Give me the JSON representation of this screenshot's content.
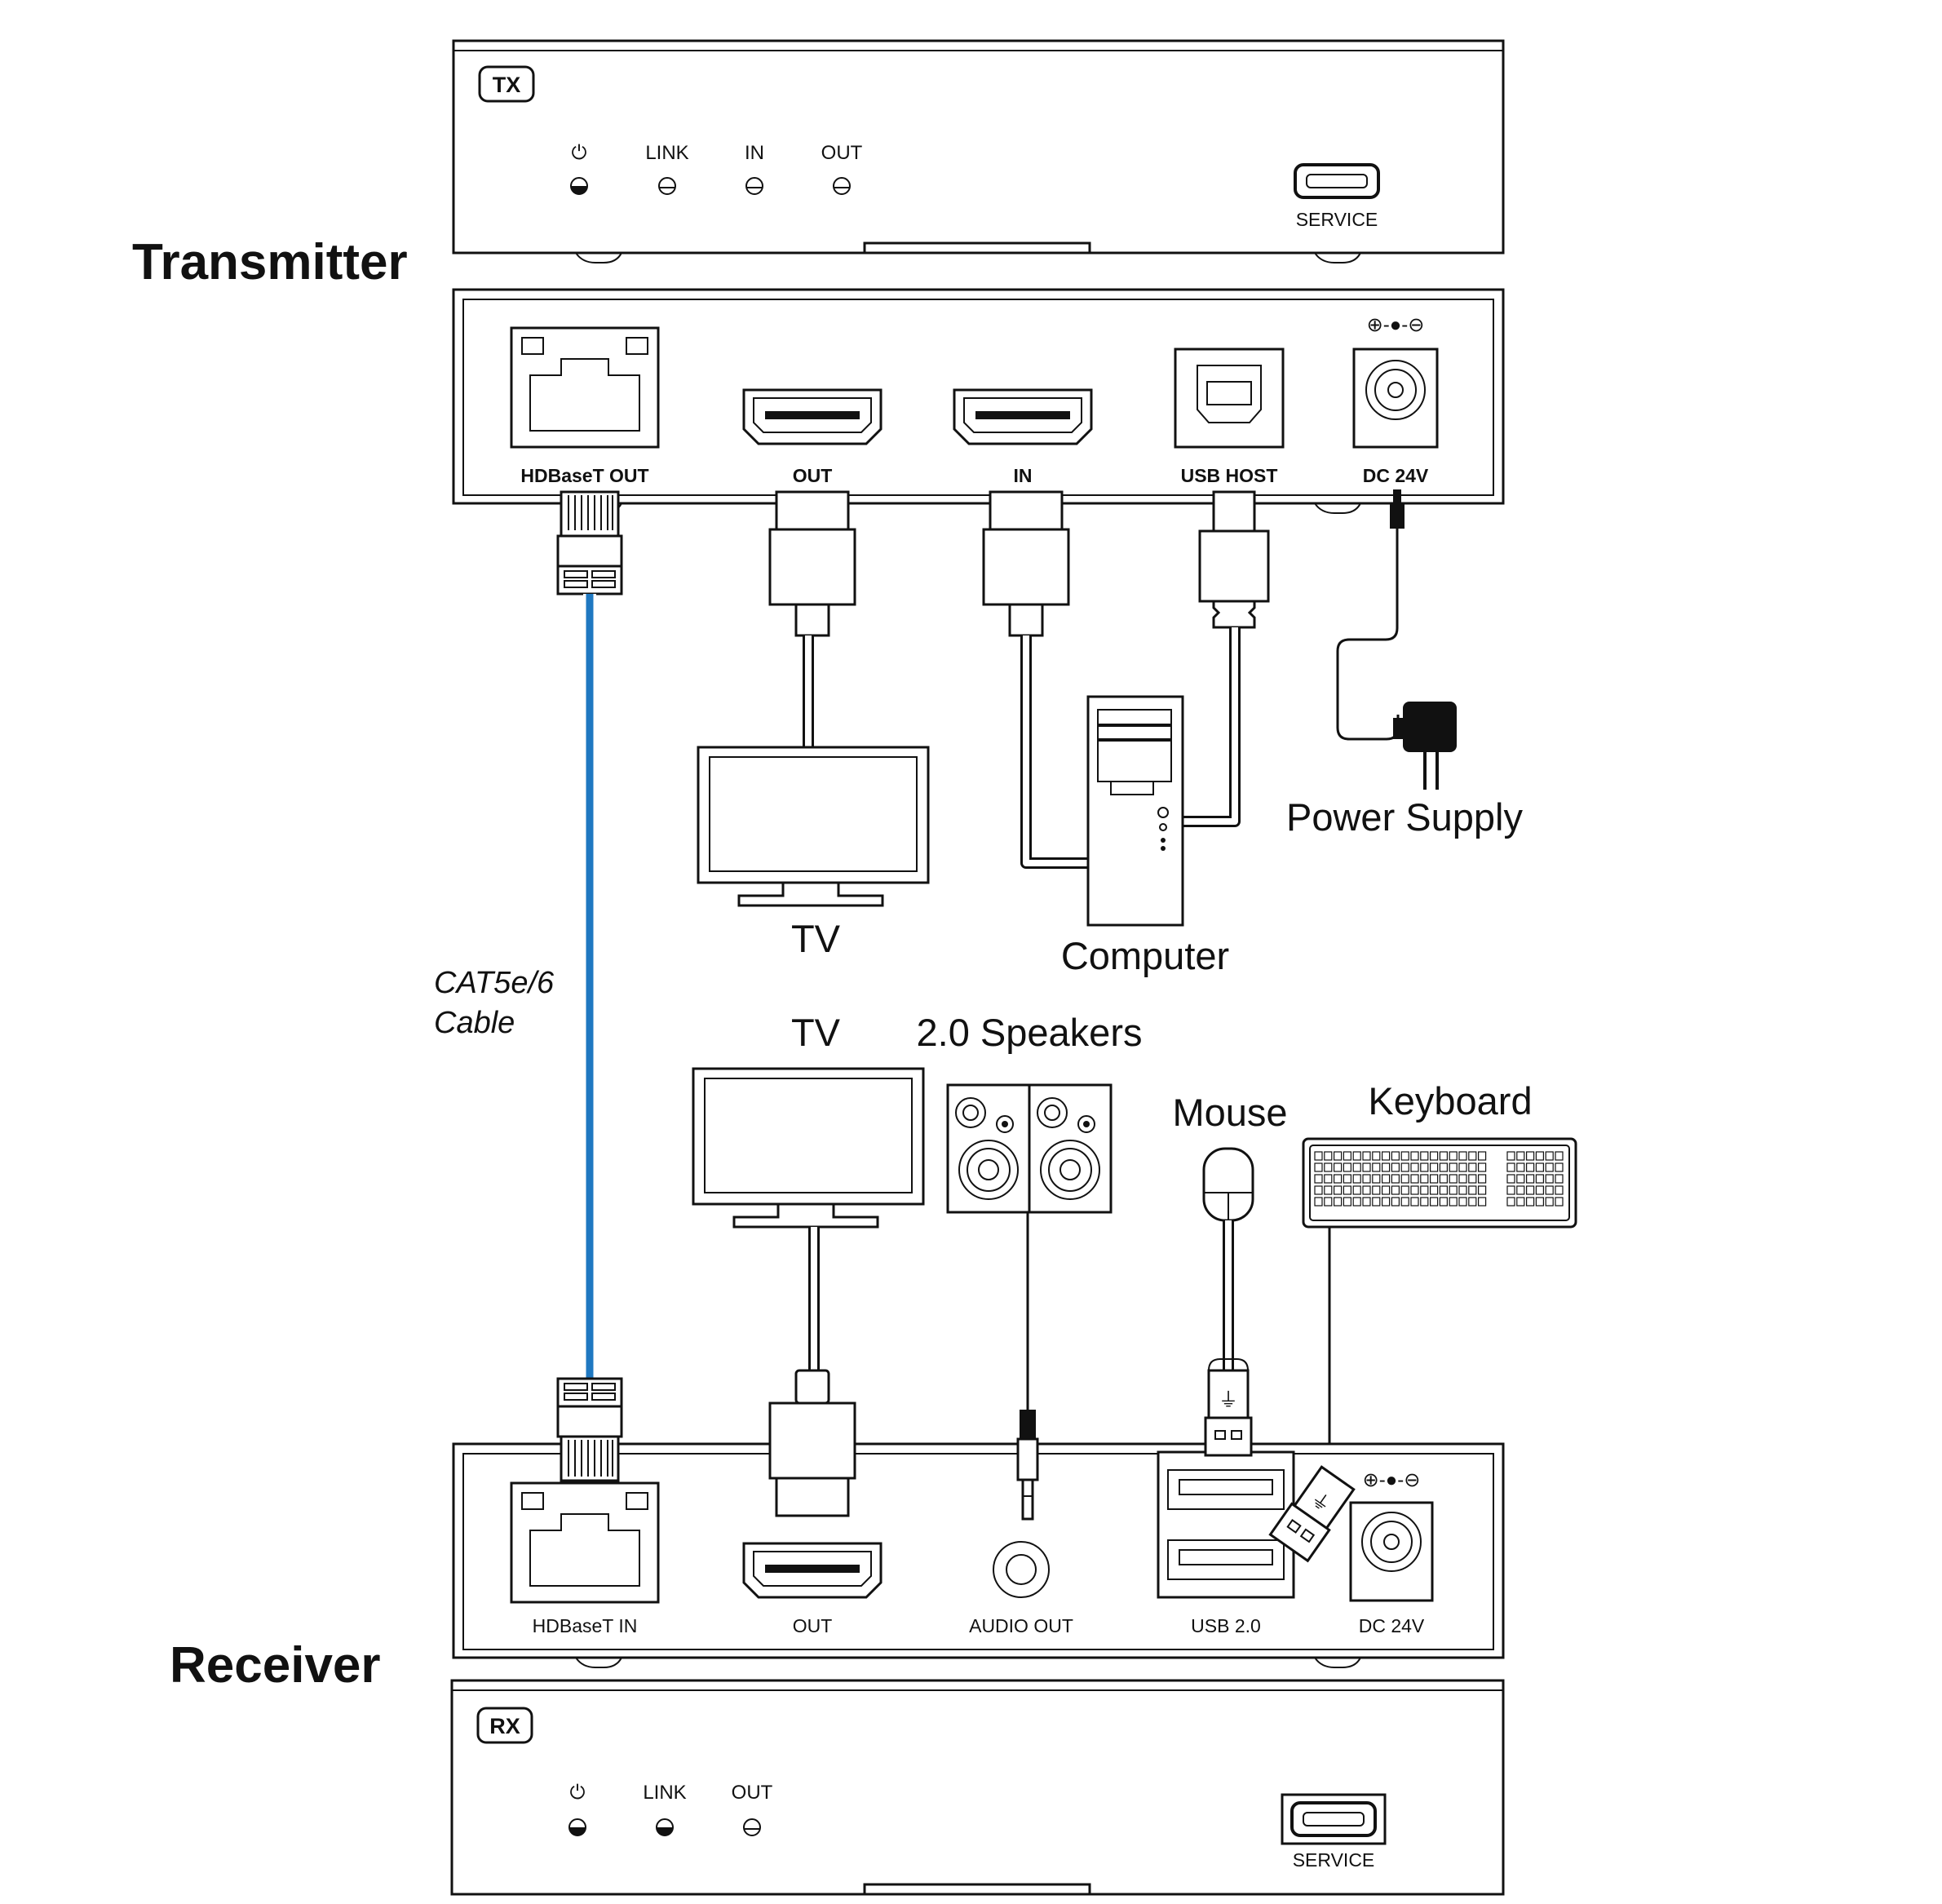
{
  "transmitter": {
    "section_label": "Transmitter",
    "badge": "TX",
    "leds": [
      "⏻",
      "LINK",
      "IN",
      "OUT"
    ],
    "service_label": "SERVICE",
    "ports": {
      "hdbaset": "HDBaseT OUT",
      "hdmi_out": "OUT",
      "hdmi_in": "IN",
      "usb_host": "USB HOST",
      "dc": "DC 24V"
    },
    "polarity": "⊕-●-⊖"
  },
  "receiver": {
    "section_label": "Receiver",
    "badge": "RX",
    "leds": [
      "⏻",
      "LINK",
      "OUT"
    ],
    "service_label": "SERVICE",
    "ports": {
      "hdbaset": "HDBaseT IN",
      "hdmi_out": "OUT",
      "audio_out": "AUDIO OUT",
      "usb": "USB 2.0",
      "dc": "DC 24V"
    },
    "polarity": "⊕-●-⊖"
  },
  "devices": {
    "tx_tv": "TV",
    "computer": "Computer",
    "power_supply": "Power Supply",
    "rx_tv": "TV",
    "speakers": "2.0 Speakers",
    "mouse": "Mouse",
    "keyboard": "Keyboard"
  },
  "cable": {
    "line1": "CAT5e/6",
    "line2": "Cable",
    "color": "#1f78c1"
  }
}
